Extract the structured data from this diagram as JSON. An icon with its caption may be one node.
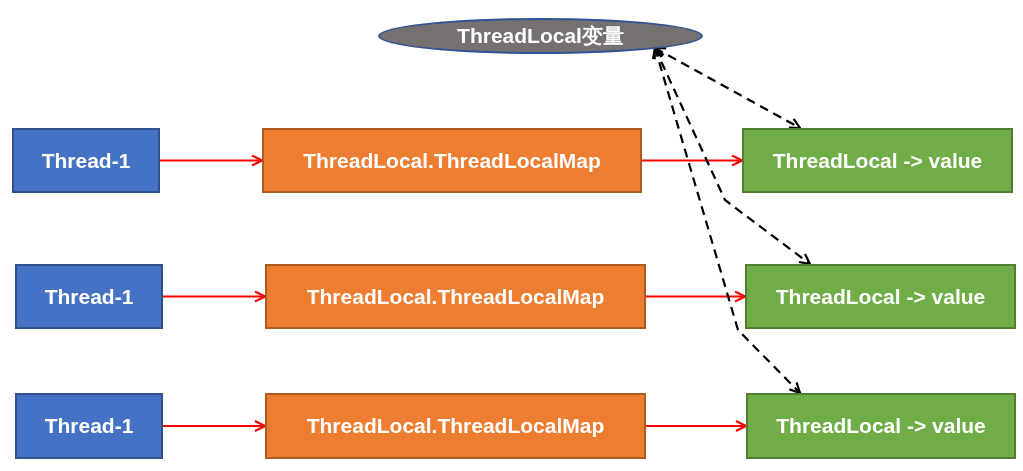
{
  "diagram": {
    "nodes": [
      {
        "text": [
          "ThreadLocal变量"
        ]
      },
      {
        "text": [
          "Thread-1"
        ]
      },
      {
        "text": [
          "ThreadLocal.ThreadLocalMap"
        ]
      },
      {
        "text": [
          "ThreadLocal -> value"
        ]
      },
      {
        "text": [
          "Thread-1"
        ]
      },
      {
        "text": [
          "ThreadLocal.ThreadLocalMap"
        ]
      },
      {
        "text": [
          "ThreadLocal -> value"
        ]
      },
      {
        "text": [
          "Thread-1"
        ]
      },
      {
        "text": [
          "ThreadLocal.ThreadLocalMap"
        ]
      },
      {
        "text": [
          "ThreadLocal -> value"
        ]
      }
    ],
    "edges": [
      {
        "from": 1,
        "to": 2,
        "arrow": "to"
      },
      {
        "from": 2,
        "to": 3,
        "arrow": "to"
      },
      {
        "from": 4,
        "to": 5,
        "arrow": "to"
      },
      {
        "from": 5,
        "to": 6,
        "arrow": "to"
      },
      {
        "from": 7,
        "to": 8,
        "arrow": "to"
      },
      {
        "from": 8,
        "to": 9,
        "arrow": "to"
      },
      {
        "from": 0,
        "to": 3,
        "arrow": "both",
        "style": "dashed",
        "color": "#000000"
      },
      {
        "from": 0,
        "to": 6,
        "arrow": "both",
        "style": "dashed",
        "color": "#000000"
      },
      {
        "from": 0,
        "to": 9,
        "arrow": "both",
        "style": "dashed",
        "color": "#000000"
      }
    ]
  }
}
